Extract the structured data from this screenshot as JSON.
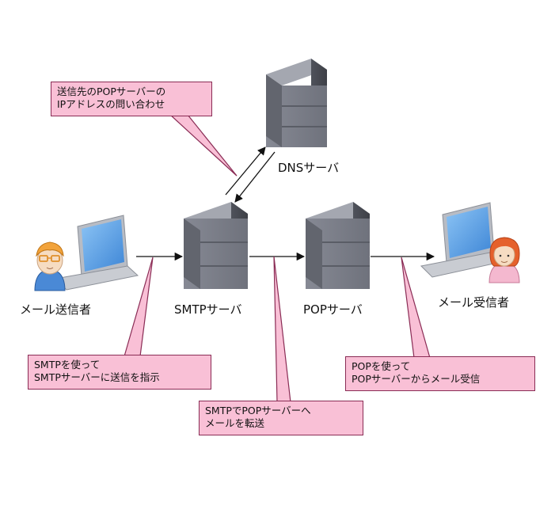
{
  "nodes": {
    "sender": "メール送信者",
    "smtp_server": "SMTPサーバ",
    "dns_server": "DNSサーバ",
    "pop_server": "POPサーバ",
    "receiver": "メール受信者"
  },
  "callouts": {
    "dns_query": {
      "line1": "送信先のPOPサーバーの",
      "line2": "IPアドレスの問い合わせ"
    },
    "sender_smtp": {
      "line1": "SMTPを使って",
      "line2": "SMTPサーバーに送信を指示"
    },
    "smtp_transfer": {
      "line1": "SMTPでPOPサーバーへ",
      "line2": "メールを転送"
    },
    "pop_receive": {
      "line1": "POPを使って",
      "line2": "POPサーバーからメール受信"
    }
  },
  "colors": {
    "callout_fill": "#f9c0d6",
    "callout_border": "#8a2c55",
    "server_body": "#7d808a",
    "laptop_screen": "#5aa0e6"
  }
}
